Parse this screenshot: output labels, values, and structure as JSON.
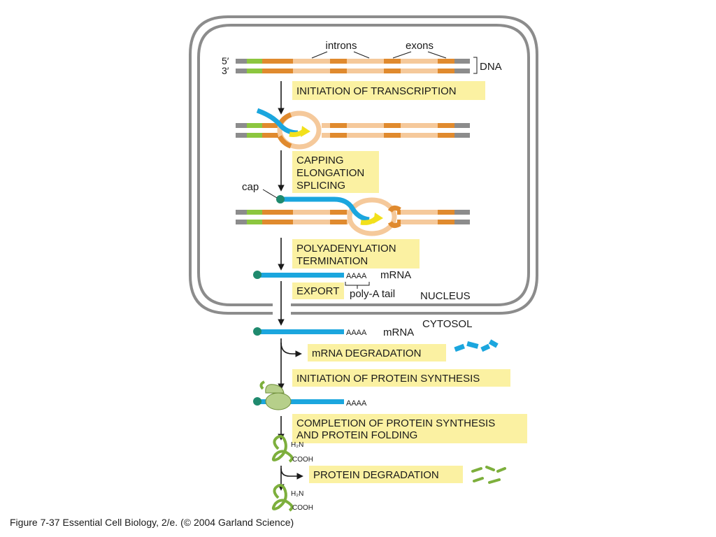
{
  "labels": {
    "introns": "introns",
    "exons": "exons",
    "five_prime": "5′",
    "three_prime": "3′",
    "dna": "DNA",
    "cap": "cap",
    "mrna": "mRNA",
    "aaaa": "AAAA",
    "poly_a_tail": "poly-A tail",
    "nucleus": "NUCLEUS",
    "cytosol": "CYTOSOL",
    "h2n": "H₂N",
    "cooh": "COOH"
  },
  "steps": {
    "initiation_transcription": [
      "INITIATION OF TRANSCRIPTION"
    ],
    "capping": [
      "CAPPING",
      "ELONGATION",
      "SPLICING"
    ],
    "polyadenylation": [
      "POLYADENYLATION",
      "TERMINATION"
    ],
    "export": [
      "EXPORT"
    ],
    "mrna_degradation": [
      "mRNA DEGRADATION"
    ],
    "initiation_protein": [
      "INITIATION OF PROTEIN SYNTHESIS"
    ],
    "completion_protein": [
      "COMPLETION OF PROTEIN SYNTHESIS",
      "AND PROTEIN FOLDING"
    ],
    "protein_degradation": [
      "PROTEIN DEGRADATION"
    ]
  },
  "caption": "Figure 7-37  Essential Cell Biology, 2/e. (© 2004 Garland Science)",
  "colors": {
    "exon": "#E08A2E",
    "intron": "#F5C99B",
    "dna_end": "#8C8C8C",
    "promoter": "#8CC63F",
    "rna": "#1BA6DE",
    "cap": "#1F8A6E",
    "polymerase": "#F5C99B",
    "yellow_arrow": "#F2E01B",
    "label_box": "#FBF1A2",
    "nucleus_border": "#8C8C8C",
    "ribosome": "#B6CF8A",
    "protein": "#7DAF3C"
  }
}
